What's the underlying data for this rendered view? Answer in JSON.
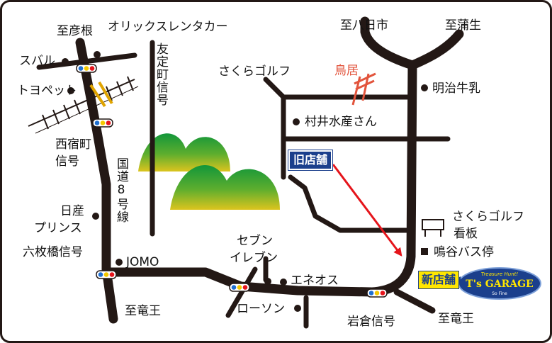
{
  "labels": {
    "to_hikone": "至彦根",
    "orix": "オリックスレンタカー",
    "subaru": "スバル",
    "yusadamachi": "友定町信号",
    "toyopet": "トヨペット",
    "nishijuku": "西宿町",
    "nishijuku2": "信号",
    "route8": "国道8号線",
    "nissan1": "日産",
    "nissan2": "プリンス",
    "rokumaibashi": "六枚橋信号",
    "jomo": "JOMO",
    "to_ryuo_left": "至竜王",
    "seven1": "セブン",
    "seven2": "イレブン",
    "eneos": "エネオス",
    "lawson": "ローソン",
    "iwakura": "岩倉信号",
    "to_ryuo_right": "至竜王",
    "to_yokaichi": "至八日市",
    "to_gamo": "至蒲生",
    "sakura_golf": "さくらゴルフ",
    "torii": "鳥居",
    "meiji": "明治牛乳",
    "murai": "村井水産さん",
    "old_store": "旧店舗",
    "sakura_sign1": "さくらゴルフ",
    "sakura_sign2": "看板",
    "narutani": "鳴谷バス停",
    "new_store": "新店舗"
  },
  "logo": {
    "top": "Treasure Hunt!",
    "main": "T's GARAGE",
    "bottom": "So Fine"
  },
  "colors": {
    "road": "#231815",
    "arrow": "#e5141b",
    "torii": "#e2543c",
    "store_blue": "#1b3f8c",
    "new_store_yellow": "#ffe600",
    "hill_green": "#1a9a3a",
    "hill_yellow": "#d8c020"
  }
}
